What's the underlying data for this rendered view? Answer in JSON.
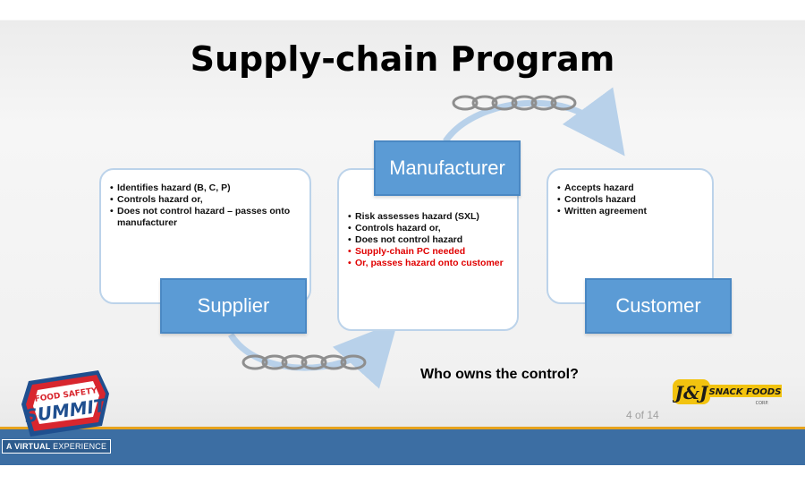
{
  "title": "Supply-chain Program",
  "supplier": {
    "label": "Supplier",
    "items": [
      "Identifies hazard (B, C, P)",
      "Controls hazard or,",
      "Does not control hazard – passes onto manufacturer"
    ]
  },
  "manufacturer": {
    "label": "Manufacturer",
    "items": [
      "Risk assesses hazard (SXL)",
      "Controls hazard or,",
      "Does not control hazard"
    ],
    "red_items": [
      "Supply-chain PC needed",
      "Or, passes hazard onto customer"
    ]
  },
  "customer": {
    "label": "Customer",
    "items": [
      "Accepts hazard",
      "Controls hazard",
      "Written agreement"
    ]
  },
  "question": "Who owns the control?",
  "page_indicator": "4 of 14",
  "footer": {
    "tag_bold": "A VIRTUAL",
    "tag_rest": " EXPERIENCE",
    "summit_logo_text": [
      "FOOD SAFETY",
      "SUMMIT"
    ],
    "jj_logo_text": [
      "J&J",
      "SNACK FOODS",
      "CORP."
    ]
  },
  "colors": {
    "box_fill": "#5b9bd5",
    "panel_border": "#bcd3ea",
    "highlight_red": "#e00000",
    "footer_blue": "#3c6ea3",
    "footer_accent": "#e6a31e"
  }
}
